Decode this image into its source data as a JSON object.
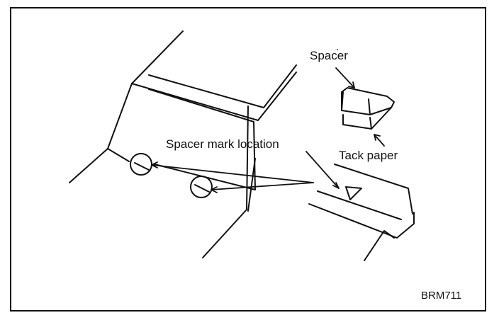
{
  "labels": {
    "spacer": "Spacer",
    "spacer_mark_location": "Spacer mark location",
    "tack_paper": "Tack paper",
    "figure_code": "BRM711"
  },
  "colors": {
    "ink": "#111111",
    "background": "#ffffff"
  }
}
